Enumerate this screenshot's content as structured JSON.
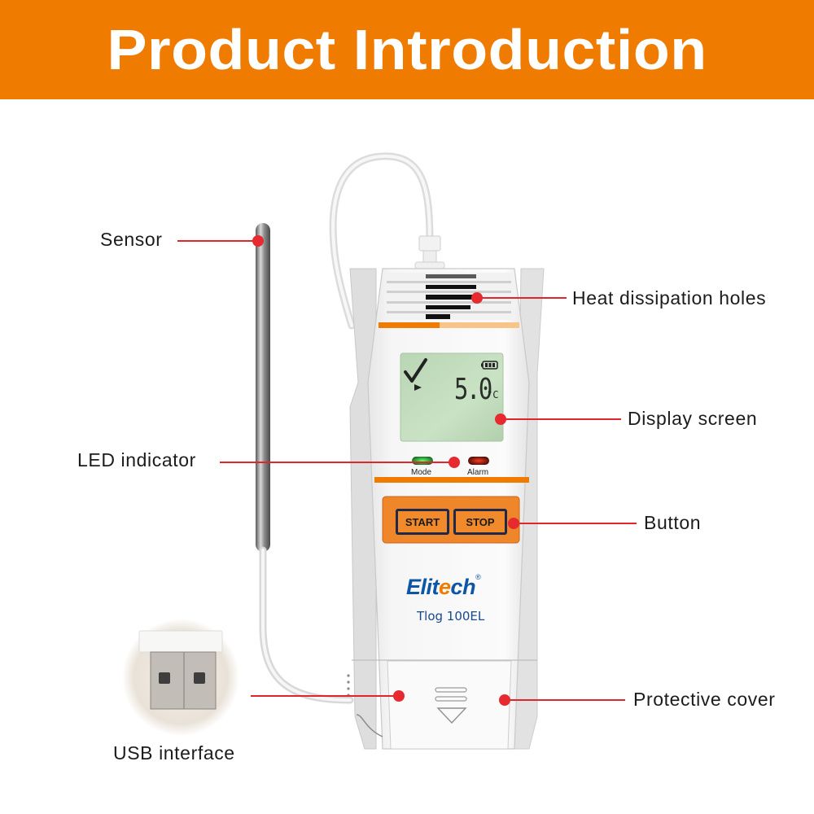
{
  "banner": {
    "title": "Product Introduction",
    "color": "#ef7b00"
  },
  "device": {
    "brand": "Elitech",
    "brand_mark": "®",
    "model": "Tlog 100EL",
    "display": {
      "status_icon": "checkmark-icon",
      "mode_icon": "play-arrow-icon",
      "battery_icon": "battery-full-icon",
      "temperature": "5.0",
      "unit": "°C"
    },
    "leds": [
      {
        "label": "Mode",
        "color": "#1fbf3a"
      },
      {
        "label": "Alarm",
        "color": "#d42a1a"
      }
    ],
    "buttons": [
      {
        "label": "START"
      },
      {
        "label": "STOP"
      }
    ]
  },
  "callouts": {
    "line_color": "#e0262c",
    "left": [
      {
        "id": "sensor",
        "label": "Sensor"
      },
      {
        "id": "led-indicator",
        "label": "LED indicator"
      },
      {
        "id": "usb-interface",
        "label": "USB interface"
      }
    ],
    "right": [
      {
        "id": "heat-dissipation-holes",
        "label": "Heat dissipation holes"
      },
      {
        "id": "display-screen",
        "label": "Display screen"
      },
      {
        "id": "button",
        "label": "Button"
      },
      {
        "id": "protective-cover",
        "label": "Protective cover"
      }
    ]
  }
}
